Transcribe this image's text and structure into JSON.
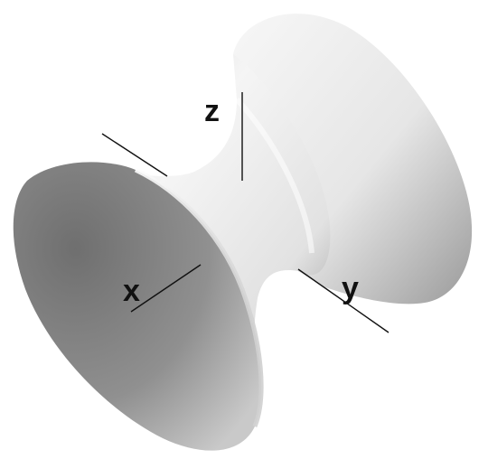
{
  "figure": {
    "surface": "hyperboloid-of-one-sheet",
    "background_color": "#ffffff",
    "surface_light": "#f4f4f4",
    "surface_dark": "#5a5a5a",
    "axes": {
      "x_label": "x",
      "y_label": "y",
      "z_label": "z"
    }
  }
}
